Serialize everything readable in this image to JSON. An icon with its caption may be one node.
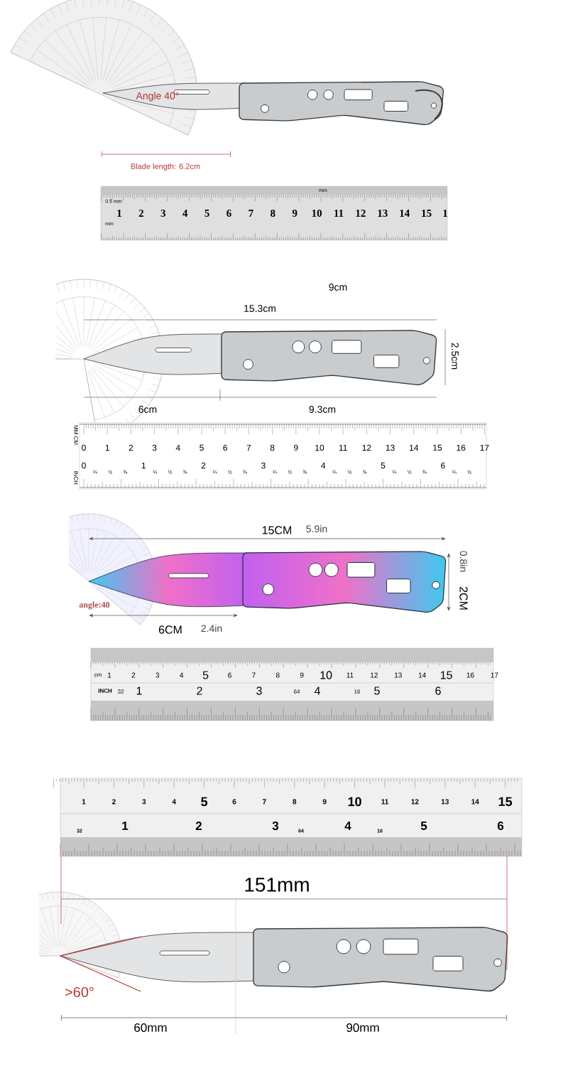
{
  "diagram": {
    "labels": [
      "Angle 40°",
      "Blade length: 6.2cm",
      "0.5 mm",
      "mm",
      "1",
      "2",
      "3",
      "4",
      "5",
      "6",
      "7",
      "8",
      "9",
      "10",
      "11",
      "12",
      "13",
      "14",
      "15",
      "1",
      "mm",
      "9cm",
      "15.3cm",
      "2.5cm",
      "6cm",
      "9.3cm",
      "MM CM",
      "0",
      "1",
      "2",
      "3",
      "4",
      "5",
      "6",
      "7",
      "8",
      "9",
      "10",
      "11",
      "12",
      "13",
      "14",
      "15",
      "16",
      "17",
      "INCH",
      "0",
      "¼",
      "½",
      "¾",
      "1",
      "¼",
      "½",
      "¾",
      "2",
      "¼",
      "½",
      "¾",
      "3",
      "¼",
      "½",
      "¾",
      "4",
      "¼",
      "½",
      "¾",
      "5",
      "¼",
      "½",
      "¾",
      "6",
      "¼",
      "½",
      "15CM",
      "5.9in",
      "0.8in",
      "2CM",
      "angle:40",
      "6CM",
      "2.4in",
      "cm",
      "1",
      "2",
      "3",
      "4",
      "5",
      "6",
      "7",
      "8",
      "9",
      "10",
      "11",
      "12",
      "13",
      "14",
      "15",
      "16",
      "17",
      "INCH",
      "32",
      "1",
      "2",
      "3",
      "64",
      "4",
      "16",
      "5",
      "6",
      "1",
      "2",
      "3",
      "4",
      "5",
      "6",
      "7",
      "8",
      "9",
      "10",
      "11",
      "12",
      "13",
      "14",
      "15",
      "32",
      "1",
      "2",
      "3",
      "64",
      "4",
      "16",
      "5",
      "6",
      "151mm",
      ">60°",
      "60mm",
      "90mm"
    ]
  }
}
